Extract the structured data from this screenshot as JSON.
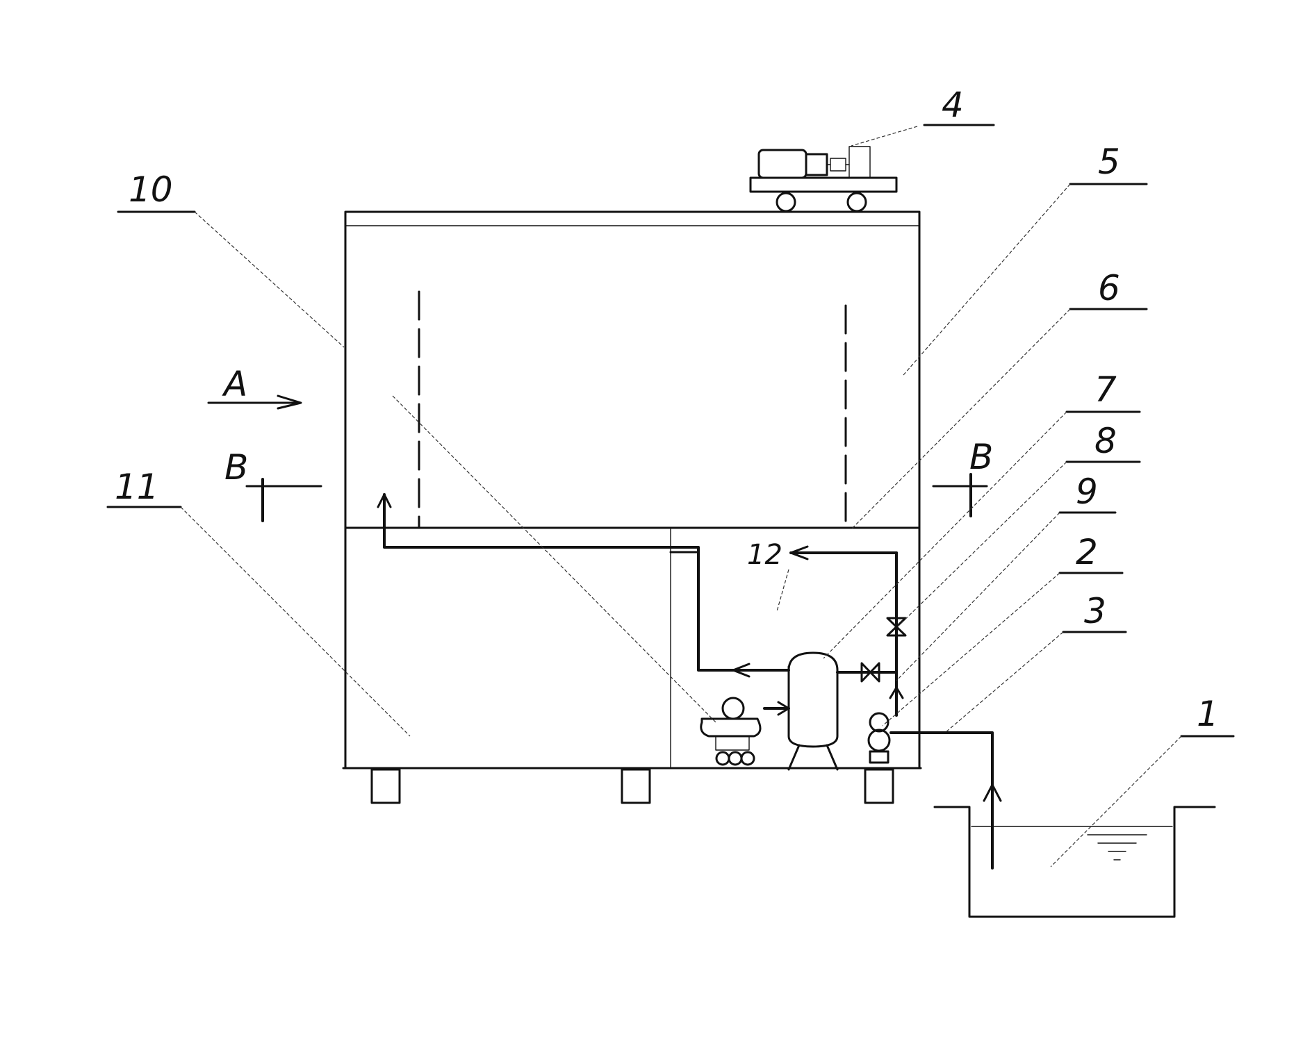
{
  "labels": {
    "l1": "1",
    "l2": "2",
    "l3": "3",
    "l4": "4",
    "l5": "5",
    "l6": "6",
    "l7": "7",
    "l8": "8",
    "l9": "9",
    "l10": "10",
    "l11": "11",
    "l12": "12",
    "view_a": "A",
    "section_b_left": "B",
    "section_b_right": "B"
  },
  "colors": {
    "ink": "#111111",
    "background": "#ffffff"
  }
}
